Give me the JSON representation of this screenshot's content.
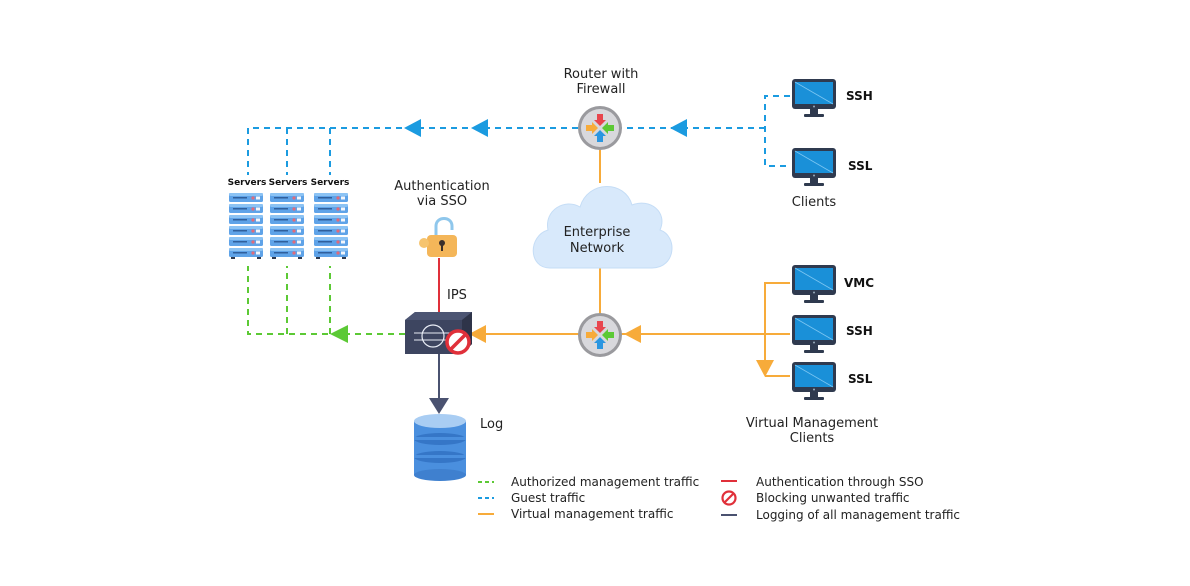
{
  "colors": {
    "authorized": "#5cc935",
    "guest": "#1b9be0",
    "virtual": "#f7ab3a",
    "sso": "#e0303a",
    "logging": "#4a5270",
    "monitor": "#1a90d8",
    "monitor_dark": "#2f3a4f",
    "cloud": "#d8e9fb",
    "server": "#5fa3e8"
  },
  "servers": {
    "labels": [
      "Servers",
      "Servers",
      "Servers"
    ]
  },
  "router_top": {
    "label_line1": "Router with",
    "label_line2": "Firewall"
  },
  "cloud": {
    "label_line1": "Enterprise",
    "label_line2": "Network"
  },
  "sso": {
    "label_line1": "Authentication",
    "label_line2": "via SSO"
  },
  "ips": {
    "label": "IPS"
  },
  "log": {
    "label": "Log"
  },
  "clients": {
    "items": [
      "SSH",
      "SSL"
    ],
    "group_label": "Clients"
  },
  "vm_clients": {
    "items": [
      "VMC",
      "SSH",
      "SSL"
    ],
    "group_label_line1": "Virtual Management",
    "group_label_line2": "Clients"
  },
  "legend": {
    "left": [
      {
        "icon": "green-dashed-line",
        "label": "Authorized management traffic"
      },
      {
        "icon": "blue-dashed-line",
        "label": "Guest traffic"
      },
      {
        "icon": "orange-solid-line",
        "label": "Virtual management traffic"
      }
    ],
    "right": [
      {
        "icon": "red-solid-line",
        "label": "Authentication through SSO"
      },
      {
        "icon": "block-icon",
        "label": "Blocking unwanted traffic"
      },
      {
        "icon": "navy-solid-line",
        "label": "Logging of all management traffic"
      }
    ]
  }
}
